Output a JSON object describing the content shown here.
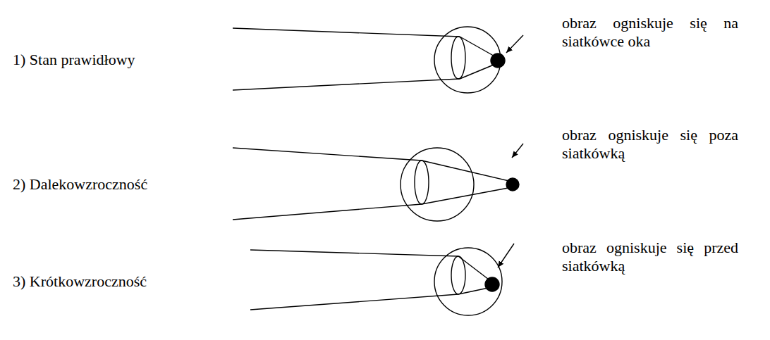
{
  "diagram": {
    "labels": [
      "1) Stan prawidłowy",
      "obraz ogniskuje się na siatkówce oka",
      "2) Dalekowzroczność",
      "obraz ogniskuje się poza siatkówką",
      "3) Krótkowzroczność",
      "obraz ogniskuje się przed siatkówką"
    ]
  }
}
